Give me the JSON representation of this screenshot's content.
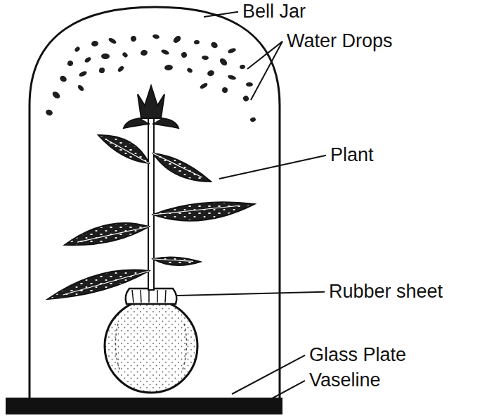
{
  "diagram": {
    "labels": [
      "Bell Jar",
      "Water Drops",
      "Plant",
      "Rubber sheet",
      "Glass Plate",
      "Vaseline"
    ]
  }
}
